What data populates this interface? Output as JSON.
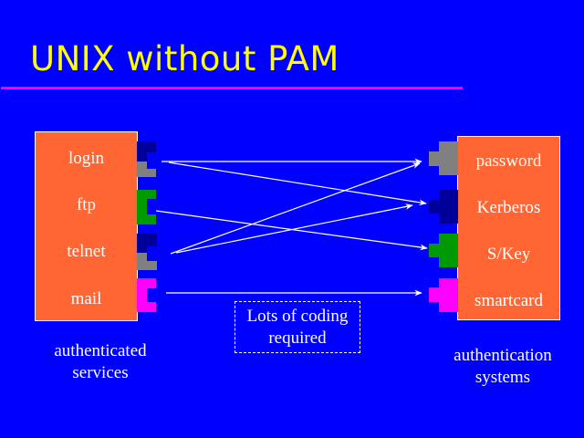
{
  "title": "UNIX without PAM",
  "colors": {
    "background": "#0000ff",
    "title": "#ffff00",
    "rule": "#ff00ff",
    "box": "#ff6633",
    "text": "#ffffff",
    "connector_navy": "#000099",
    "connector_gray": "#808080",
    "connector_green": "#009900",
    "connector_magenta": "#ff00ff"
  },
  "services": {
    "caption": [
      "authenticated",
      "services"
    ],
    "items": [
      {
        "label": "login",
        "connector": [
          "connector_navy",
          "connector_gray"
        ]
      },
      {
        "label": "ftp",
        "connector": [
          "connector_green"
        ]
      },
      {
        "label": "telnet",
        "connector": [
          "connector_navy",
          "connector_gray"
        ]
      },
      {
        "label": "mail",
        "connector": [
          "connector_magenta"
        ]
      }
    ]
  },
  "systems": {
    "caption": [
      "authentication",
      "systems"
    ],
    "items": [
      {
        "label": "password",
        "connector": "connector_gray"
      },
      {
        "label": "Kerberos",
        "connector": "connector_navy"
      },
      {
        "label": "S/Key",
        "connector": "connector_green"
      },
      {
        "label": "smartcard",
        "connector": "connector_magenta"
      }
    ]
  },
  "connections": [
    {
      "from": "login",
      "to": "password"
    },
    {
      "from": "login",
      "to": "Kerberos"
    },
    {
      "from": "ftp",
      "to": "S/Key"
    },
    {
      "from": "telnet",
      "to": "password"
    },
    {
      "from": "telnet",
      "to": "Kerberos"
    },
    {
      "from": "mail",
      "to": "smartcard"
    }
  ],
  "note": [
    "Lots of coding",
    "required"
  ]
}
